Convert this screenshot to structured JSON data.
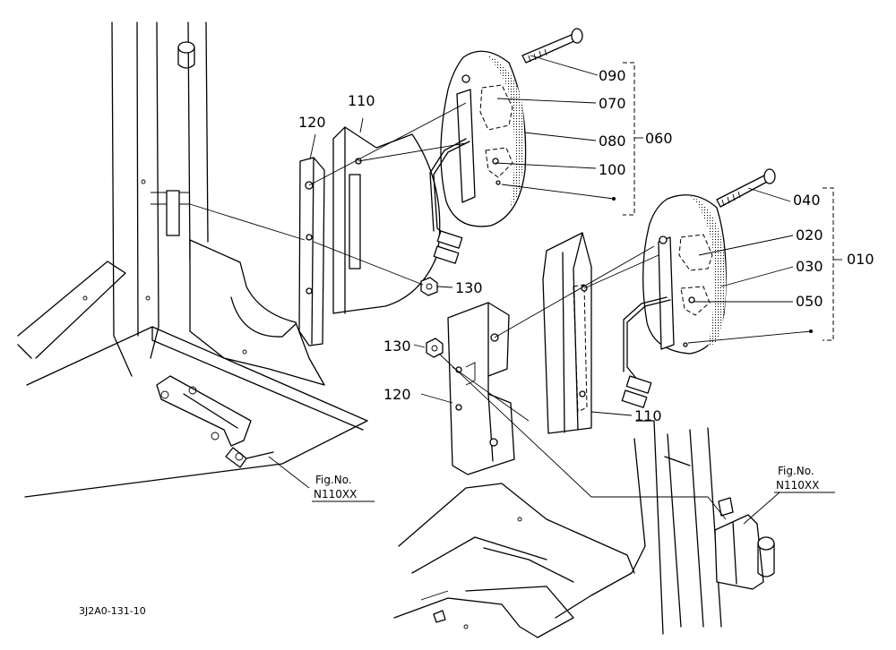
{
  "labels": {
    "p010": "010",
    "p020": "020",
    "p030": "030",
    "p040": "040",
    "p050": "050",
    "p060": "060",
    "p070": "070",
    "p080": "080",
    "p090": "090",
    "p100": "100",
    "p110_left": "110",
    "p110_right": "110",
    "p120_left": "120",
    "p120_right": "120",
    "p130_left": "130",
    "p130_right": "130"
  },
  "references": {
    "left_fig_label": "Fig.No.",
    "left_fig_code": "N110XX",
    "right_fig_label": "Fig.No.",
    "right_fig_code": "N110XX"
  },
  "footer": {
    "drawing_code": "3J2A0-131-10"
  }
}
